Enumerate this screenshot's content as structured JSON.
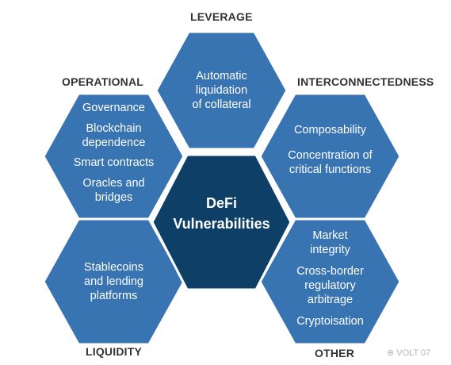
{
  "colors": {
    "outer_hex": "#3873b2",
    "center_hex": "#0d3f67",
    "hex_stroke": "#ffffff",
    "category_text": "#333333",
    "hex_text": "#ffffff"
  },
  "categories": {
    "leverage": "LEVERAGE",
    "operational": "OPERATIONAL",
    "interconnectedness": "INTERCONNECTEDNESS",
    "liquidity": "LIQUIDITY",
    "other": "OTHER"
  },
  "center": {
    "line1": "DeFi",
    "line2": "Vulnerabilities"
  },
  "hexagons": {
    "leverage": {
      "items": [
        "Automatic",
        "liquidation",
        "of collateral"
      ]
    },
    "operational": {
      "items": [
        "Governance",
        "Blockchain",
        "dependence",
        "Smart contracts",
        "Oracles and",
        "bridges"
      ]
    },
    "interconnectedness": {
      "items": [
        "Composability",
        "Concentration of",
        "critical functions"
      ]
    },
    "liquidity": {
      "items": [
        "Stablecoins",
        "and lending",
        "platforms"
      ]
    },
    "other": {
      "items": [
        "Market",
        "integrity",
        "Cross-border",
        "regulatory",
        "arbitrage",
        "Cryptoisation"
      ]
    }
  },
  "watermark": "VOLT 07"
}
